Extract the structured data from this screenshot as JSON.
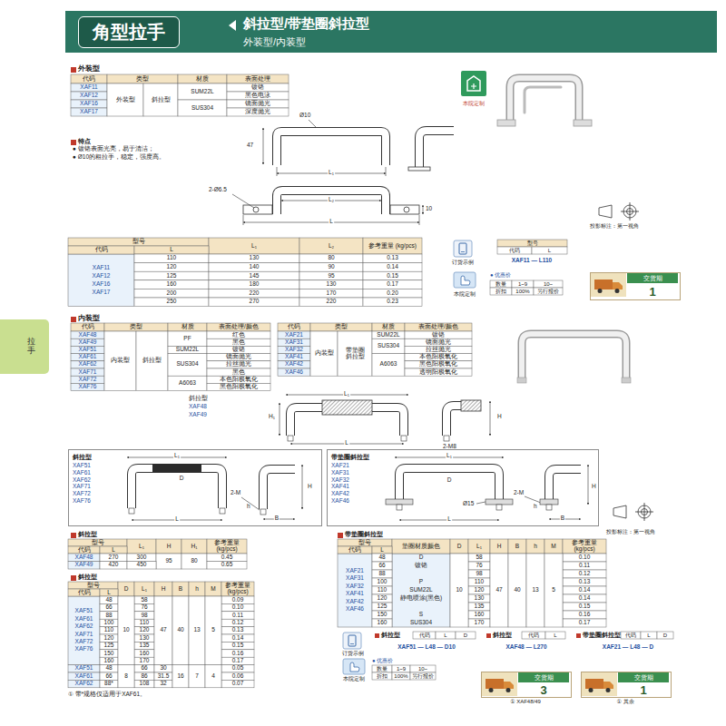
{
  "diagram": {
    "nodes": [
      {
        "text": [
          "斜拉型/带垫圈斜拉型",
          "外装型/内装型"
        ]
      },
      {
        "text": [
          "角型拉手"
        ],
        "in": 0
      },
      {
        "text": [
          "拉手"
        ]
      },
      {
        "text": [
          "交货期",
          "1"
        ]
      },
      {
        "text": [
          "交货期",
          "3"
        ]
      },
      {
        "text": [
          "交货期",
          "1"
        ]
      },
      {
        "text": [
          "斜拉型",
          "XAF51 XAF61 XAF62 XAF71 XAF72 XAF76"
        ]
      },
      {
        "text": [
          "带垫圈斜拉型",
          "XAF21 XAF31 XAF32 XAF41 XAF42 XAF46"
        ]
      }
    ],
    "labels": [
      "外装型",
      "代码",
      "类型",
      "材质",
      "表面处理",
      "XAF11",
      "XAF12",
      "XAF16",
      "XAF17",
      "外装型",
      "斜拉型",
      "SUM22L",
      "SUS304",
      "镀铬",
      "黑色电泳",
      "镜面抛光",
      "深度抛光",
      "本院定制",
      "特点",
      "● 镀铬表面光亮，易于清洁；",
      "● Ø10的粗拉手，稳定，强度高。",
      "Ø10",
      "47",
      "L₁",
      "2-Ø6.5",
      "L₂",
      "L",
      "10",
      "投影标注：第一视角",
      "型号",
      "L₁",
      "L₂",
      "参考重量 (kg/pcs)",
      "代码",
      "L",
      "XAF11",
      "XAF12",
      "XAF16",
      "XAF17",
      "110",
      "130",
      "80",
      "0.13",
      "120",
      "140",
      "90",
      "0.14",
      "125",
      "145",
      "95",
      "0.15",
      "160",
      "180",
      "130",
      "0.17",
      "200",
      "220",
      "170",
      "0.20",
      "250",
      "270",
      "220",
      "0.23",
      "订货示例",
      "型号",
      "代码",
      "L",
      "XAF11 — L110",
      "本院定制",
      "● 优惠价",
      "数量",
      "1~9",
      "10~",
      "折扣",
      "100%",
      "另行报价",
      "内装型",
      "代码",
      "类型",
      "材质",
      "表面处理/颜色",
      "XAF48",
      "XAF49",
      "XAF51",
      "XAF61",
      "XAF62",
      "XAF71",
      "XAF72",
      "XAF76",
      "内装型",
      "斜拉型",
      "PF",
      "SUM22L",
      "SUS304",
      "A6063",
      "红色",
      "黑色",
      "镀铬",
      "镜面抛光",
      "拉丝抛光",
      "黑色",
      "本色阳极氧化",
      "黑色阳极氧化",
      "代码",
      "类型",
      "材质",
      "表面处理/颜色",
      "XAF21",
      "XAF31",
      "XAF32",
      "XAF41",
      "XAF42",
      "XAF46",
      "内装型",
      "带垫圈斜拉型",
      "SUM22L",
      "SUS304",
      "A6063",
      "镀铬",
      "镜面抛光",
      "拉丝抛光",
      "本色阳极氧化",
      "黑色阳极氧化",
      "透明阳极氧化",
      "斜拉型",
      "XAF48",
      "XAF49",
      "L₁",
      "L",
      "H₁",
      "H",
      "2-M8",
      "D",
      "L₁",
      "L",
      "H",
      "B",
      "h",
      "2-M",
      "L₁",
      "L",
      "D",
      "Ø15",
      "H",
      "B",
      "h",
      "2-M",
      "投影标注：第一视角",
      "斜拉型",
      "型号",
      "L₁",
      "H",
      "H₁",
      "参考重量 (kg/pcs)",
      "代码",
      "L",
      "XAF48",
      "270",
      "300",
      "95",
      "80",
      "0.45",
      "XAF49",
      "420",
      "450",
      "0.65",
      "斜拉型",
      "型号",
      "D",
      "L₁",
      "H",
      "B",
      "h",
      "M",
      "参考重量 (kg/pcs)",
      "代码",
      "L",
      "XAF51",
      "XAF61",
      "XAF62",
      "XAF71",
      "XAF72",
      "XAF76",
      "48",
      "58",
      "0.09",
      "66",
      "76",
      "0.10",
      "88",
      "98",
      "0.11",
      "100",
      "110",
      "0.12",
      "110",
      "120",
      "0.13",
      "120",
      "130",
      "0.14",
      "125",
      "135",
      "0.15",
      "150",
      "160",
      "0.16",
      "160",
      "170",
      "0.17",
      "10",
      "47",
      "40",
      "13",
      "5",
      "XAF51",
      "XAF61",
      "XAF62",
      "48",
      "66",
      "30",
      "0.05",
      "66",
      "86",
      "31.5",
      "0.06",
      "88*",
      "108",
      "32",
      "0.07",
      "8",
      "16",
      "7",
      "4",
      "① 带*规格仅适用于XAF61。",
      "带垫圈斜拉型",
      "型号",
      "垫圈材质颜色",
      "D",
      "L₁",
      "H",
      "B",
      "h",
      "M",
      "参考重量 (kg/pcs)",
      "代码",
      "L",
      "XAF21",
      "XAF31",
      "XAF32",
      "XAF41",
      "XAF42",
      "XAF46",
      "48",
      "58",
      "0.10",
      "66",
      "76",
      "0.11",
      "88",
      "98",
      "0.12",
      "100",
      "110",
      "0.13",
      "110",
      "120",
      "0.14",
      "120",
      "130",
      "0.14",
      "125",
      "135",
      "0.15",
      "150",
      "160",
      "0.16",
      "160",
      "170",
      "0.17",
      "D",
      "镀铬",
      "P",
      "SUM22L",
      "静电喷涂(黑色)",
      "S",
      "SUS304",
      "10",
      "47",
      "40",
      "13",
      "5",
      "订货示例",
      "斜拉型",
      "代码",
      "L",
      "D",
      "XAF51 — L48 — D10",
      "斜拉型",
      "代码",
      "L",
      "XAF48 — L270",
      "带垫圈斜拉型",
      "代码",
      "L",
      "D",
      "XAF21 — L48 — D",
      "本院定制",
      "● 优惠价",
      "数量",
      "1~9",
      "10~",
      "折扣",
      "100%",
      "另行报价",
      "① XAF48/49",
      "① 其余"
    ]
  }
}
